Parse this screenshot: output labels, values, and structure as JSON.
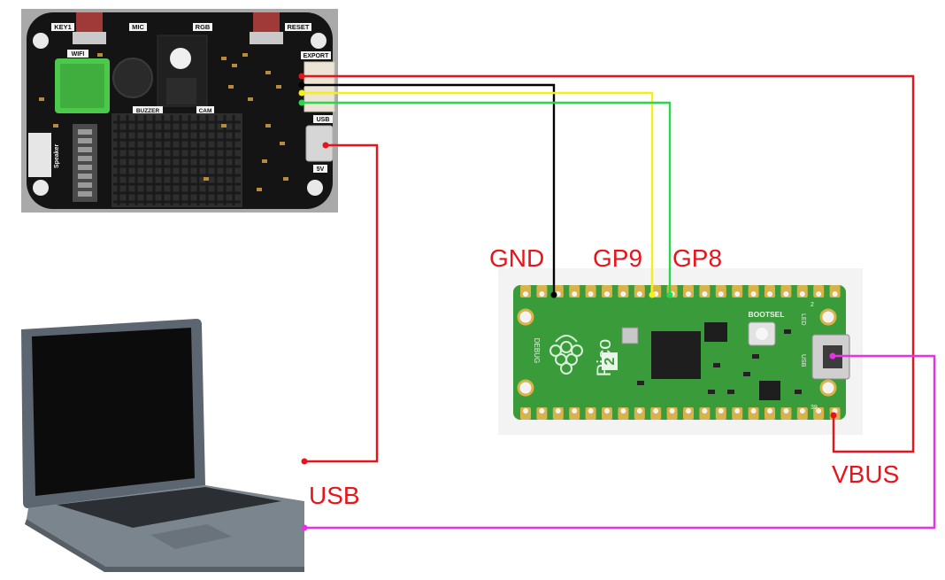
{
  "colors": {
    "wire_red": "#e8141b",
    "wire_black": "#000000",
    "wire_yellow": "#f2ef1a",
    "wire_green": "#27d94a",
    "wire_magenta": "#e830e8",
    "label_red": "#e8141b",
    "pcb_black": "#141414",
    "pico_green": "#3a9b3a",
    "pad_gold": "#d8b24a"
  },
  "module": {
    "silkscreen": {
      "key1": "KEY1",
      "mic": "MIC",
      "rgb": "RGB",
      "reset": "RESET",
      "wifi": "WIFI",
      "export": "EXPORT",
      "buzzer": "BUZZER",
      "cam": "CAM",
      "usb": "USB",
      "speaker": "Speaker",
      "v5": "5V"
    }
  },
  "pico": {
    "logo_text": "Pico",
    "logo_badge": "2",
    "bootsel": "BOOTSEL",
    "debug": "DEBUG",
    "usb": "USB",
    "led": "LED",
    "pin39": "39",
    "pin2": "2"
  },
  "labels": {
    "gnd": "GND",
    "gp9": "GP9",
    "gp8": "GP8",
    "vbus": "VBUS",
    "usb": "USB"
  }
}
